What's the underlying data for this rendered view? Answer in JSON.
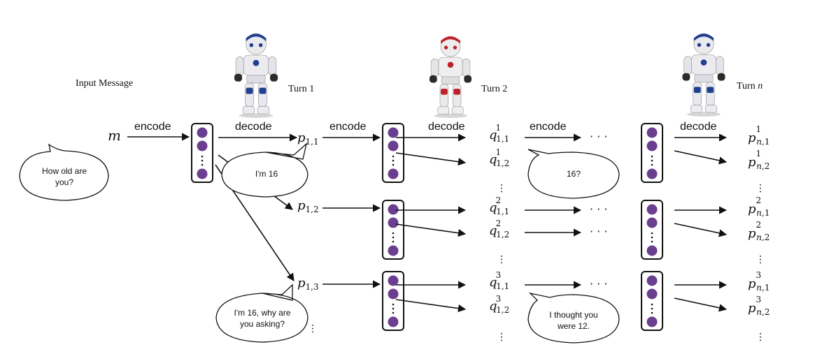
{
  "input_message_label": "Input Message",
  "input_symbol": "m",
  "turns": [
    "Turn 1",
    "Turn 2",
    "Turn n"
  ],
  "edge_labels": {
    "encode": "encode",
    "decode": "decode"
  },
  "bubbles": {
    "question": "How old are you?",
    "reply_1": "I'm 16",
    "reply_2": "16?",
    "reply_3": "I'm 16, why are you asking?",
    "reply_4": "I thought you were 12."
  },
  "nodes": {
    "p": [
      "p1,1",
      "p1,2",
      "p1,3"
    ],
    "q": [
      "q1 1,1",
      "q1 1,2",
      "q2 1,1",
      "q2 1,2",
      "q3 1,1",
      "q3 1,2"
    ],
    "pn": [
      "p1 n,1",
      "p1 n,2",
      "p2 n,1",
      "p2 n,2",
      "p3 n,1",
      "p3 n,2"
    ]
  },
  "colors": {
    "neuron": "#6b3f8f",
    "robot_blue": "#1f3f8f",
    "robot_red": "#c0202a"
  }
}
